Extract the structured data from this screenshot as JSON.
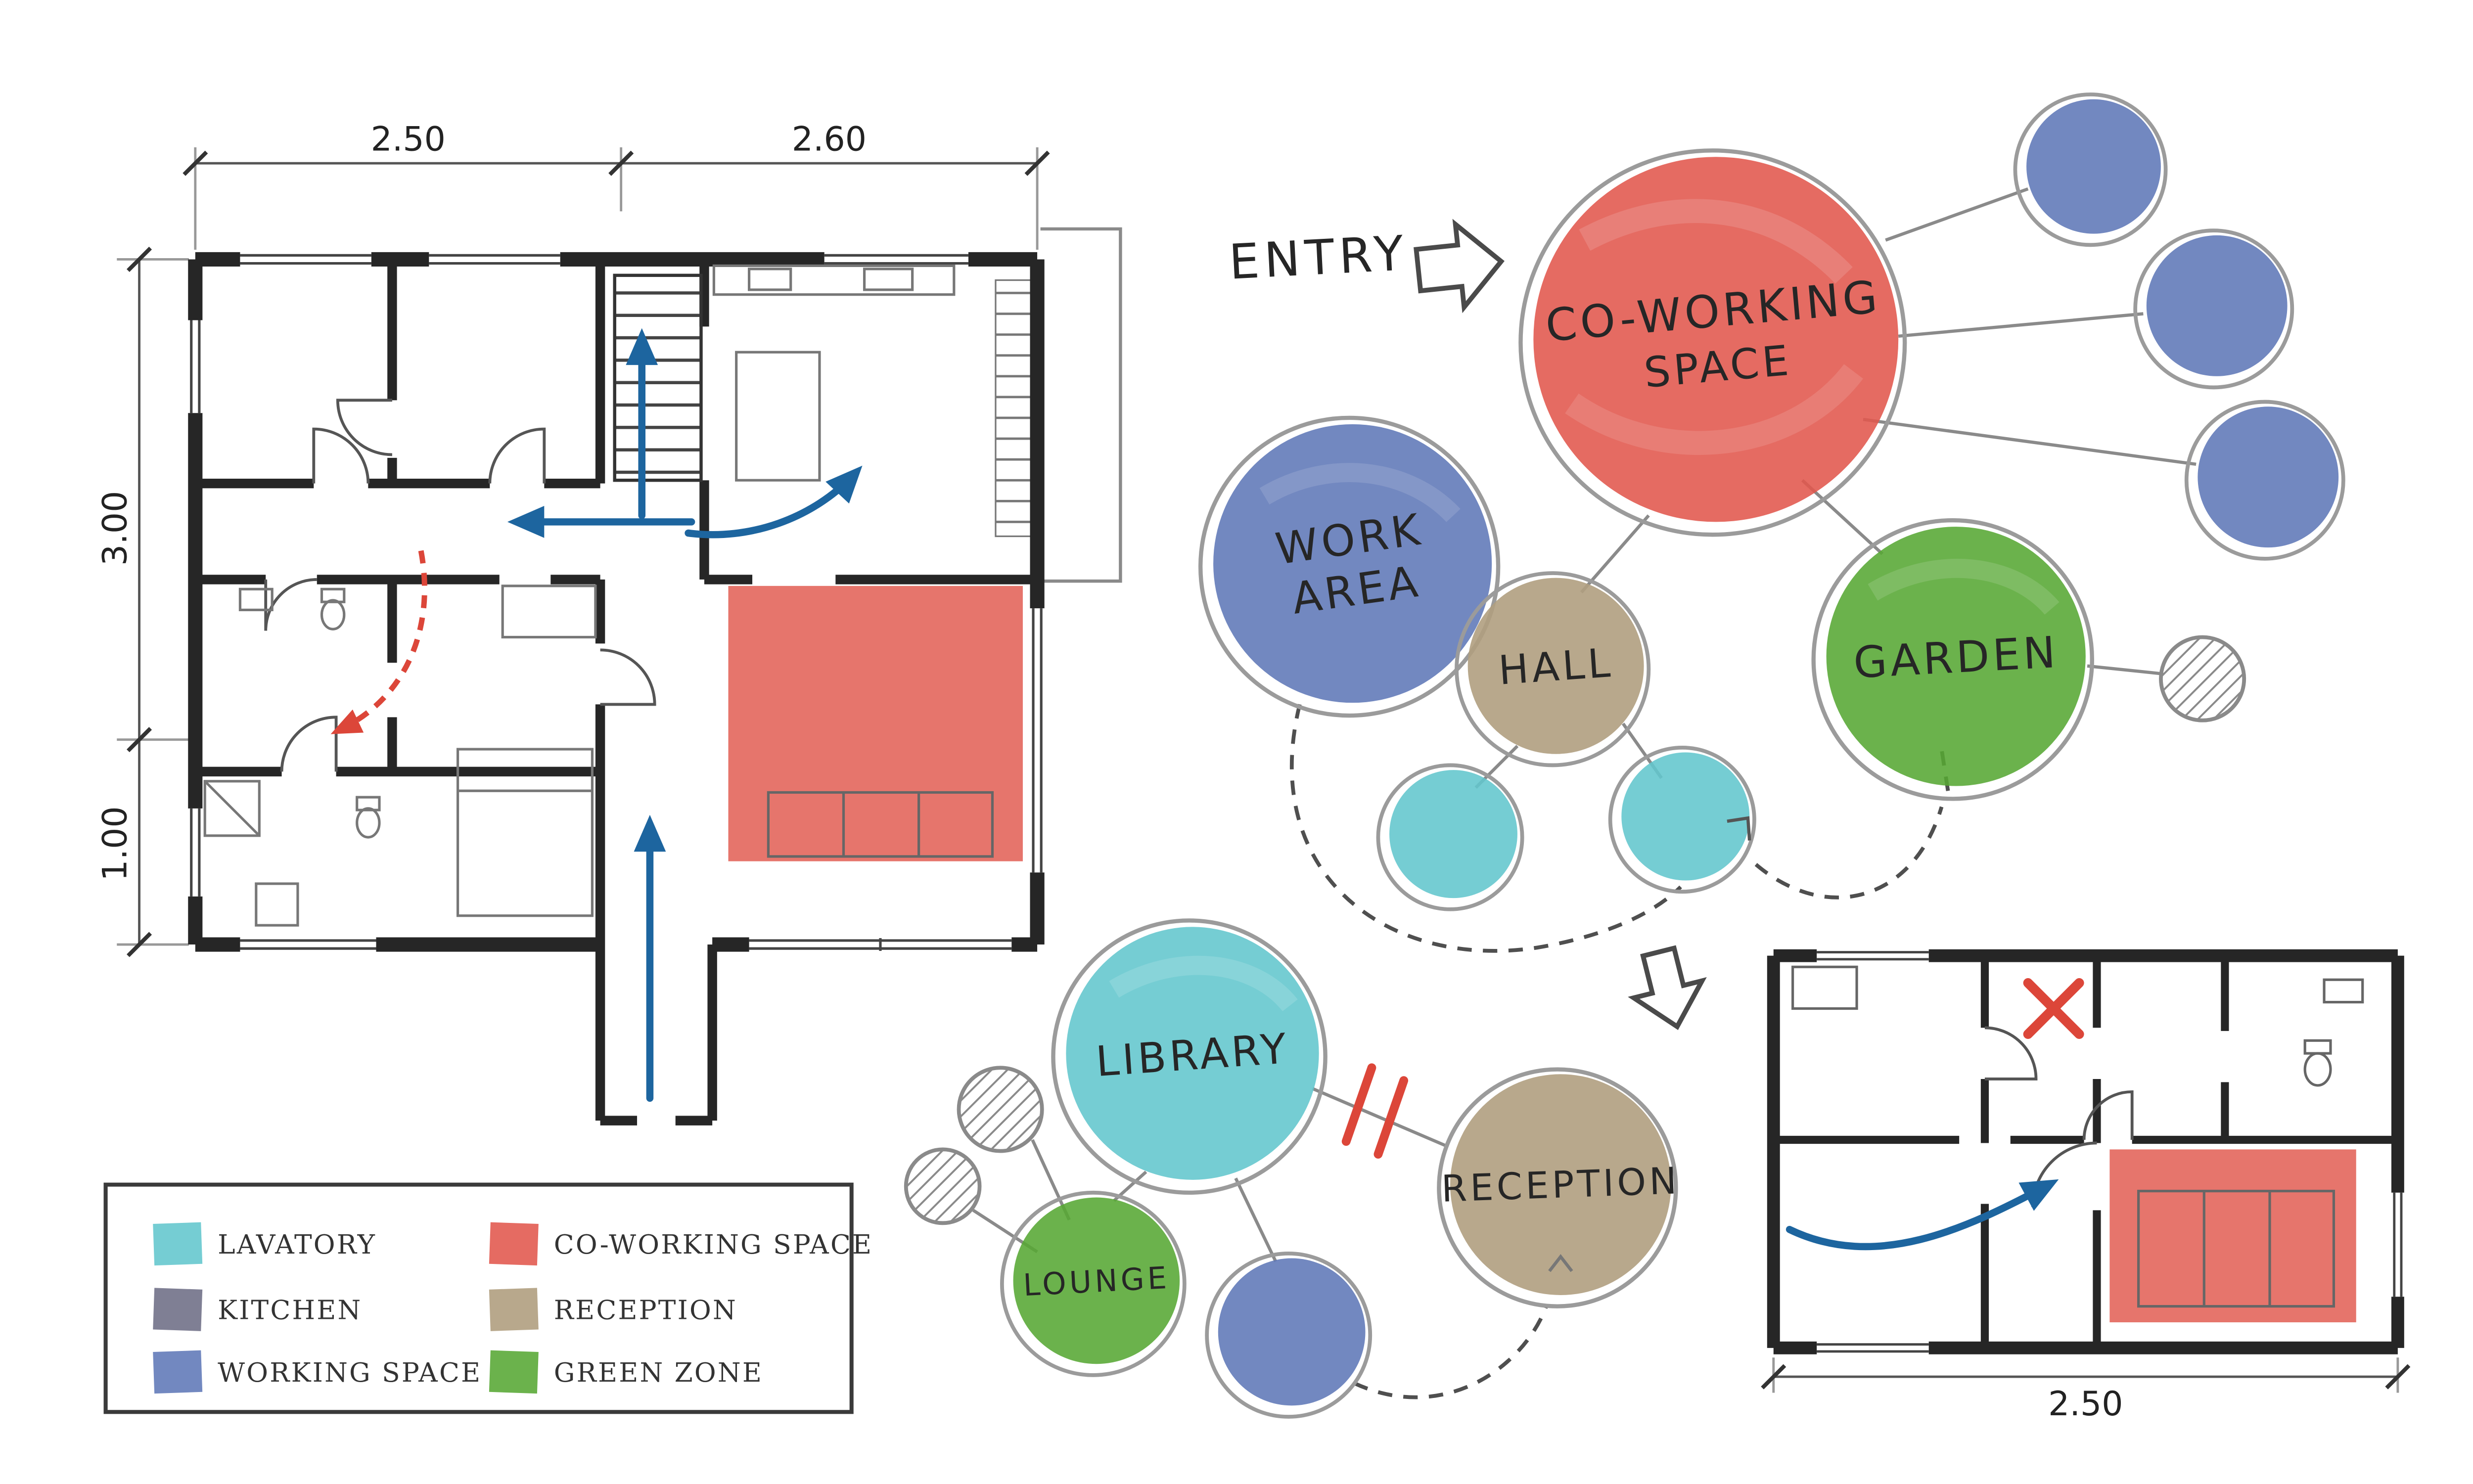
{
  "colors": {
    "lavatory": "#62c6cd",
    "kitchen": "#6d6d85",
    "working_space": "#5e78b7",
    "coworking": "#e1574c",
    "reception": "#b09e80",
    "green_zone": "#57a733",
    "arrow": "#1d659f",
    "marker": "#dc4639",
    "ink": "#262626"
  },
  "main_plan": {
    "dim_top": [
      "2.50",
      "2.60"
    ],
    "dim_left": [
      "3.00",
      "1.00"
    ]
  },
  "small_plan": {
    "dim_bottom": "2.50"
  },
  "diagram": {
    "entry": "ENTRY",
    "coworking_line1": "CO-WORKING",
    "coworking_line2": "SPACE",
    "work_line1": "WORK",
    "work_line2": "AREA",
    "hall": "HALL",
    "garden": "GARDEN",
    "library": "LIBRARY",
    "lounge": "LOUNGE",
    "reception": "RECEPTION"
  },
  "legend": {
    "items": [
      {
        "label": "LAVATORY",
        "color": "#62c6cd"
      },
      {
        "label": "KITCHEN",
        "color": "#6d6d85"
      },
      {
        "label": "WORKING SPACE",
        "color": "#5e78b7"
      },
      {
        "label": "CO-WORKING SPACE",
        "color": "#e1574c"
      },
      {
        "label": "RECEPTION",
        "color": "#b09e80"
      },
      {
        "label": "GREEN ZONE",
        "color": "#57a733"
      }
    ]
  }
}
